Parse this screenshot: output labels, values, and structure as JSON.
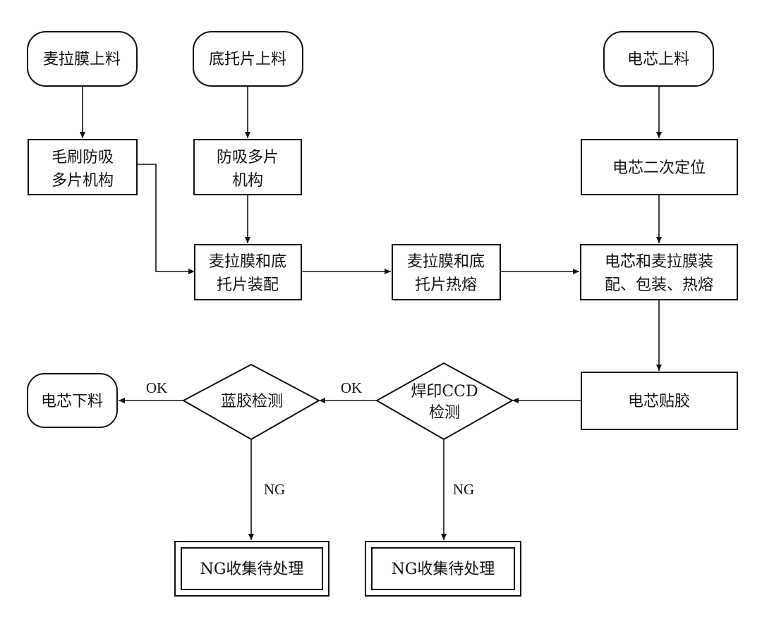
{
  "nodes": {
    "film_loading": {
      "label": "麦拉膜上料"
    },
    "base_loading": {
      "label": "底托片上料"
    },
    "cell_loading": {
      "label": "电芯上料"
    },
    "brush_anti_multi": {
      "lines": [
        "毛刷防吸",
        "多片机构"
      ]
    },
    "anti_multi_mech": {
      "lines": [
        "防吸多片",
        "机构"
      ]
    },
    "cell_secondary_positioning": {
      "label": "电芯二次定位"
    },
    "film_base_assembly": {
      "lines": [
        "麦拉膜和底",
        "托片装配"
      ]
    },
    "film_base_heat_melt": {
      "lines": [
        "麦拉膜和底",
        "托片热熔"
      ]
    },
    "cell_film_assembly": {
      "lines": [
        "电芯和麦拉膜装",
        "配、包装、热熔"
      ]
    },
    "cell_taping": {
      "label": "电芯贴胶"
    },
    "solder_ccd_check": {
      "lines": [
        "焊印CCD",
        "检测"
      ]
    },
    "blue_tape_check": {
      "label": "蓝胶检测"
    },
    "cell_unloading": {
      "label": "电芯下料"
    },
    "ng_collect_1": {
      "label": "NG收集待处理"
    },
    "ng_collect_2": {
      "label": "NG收集待处理"
    }
  },
  "edge_labels": {
    "ok_1": "OK",
    "ok_2": "OK",
    "ng_1": "NG",
    "ng_2": "NG"
  },
  "colors": {
    "stroke": "#111111",
    "background": "#ffffff"
  }
}
